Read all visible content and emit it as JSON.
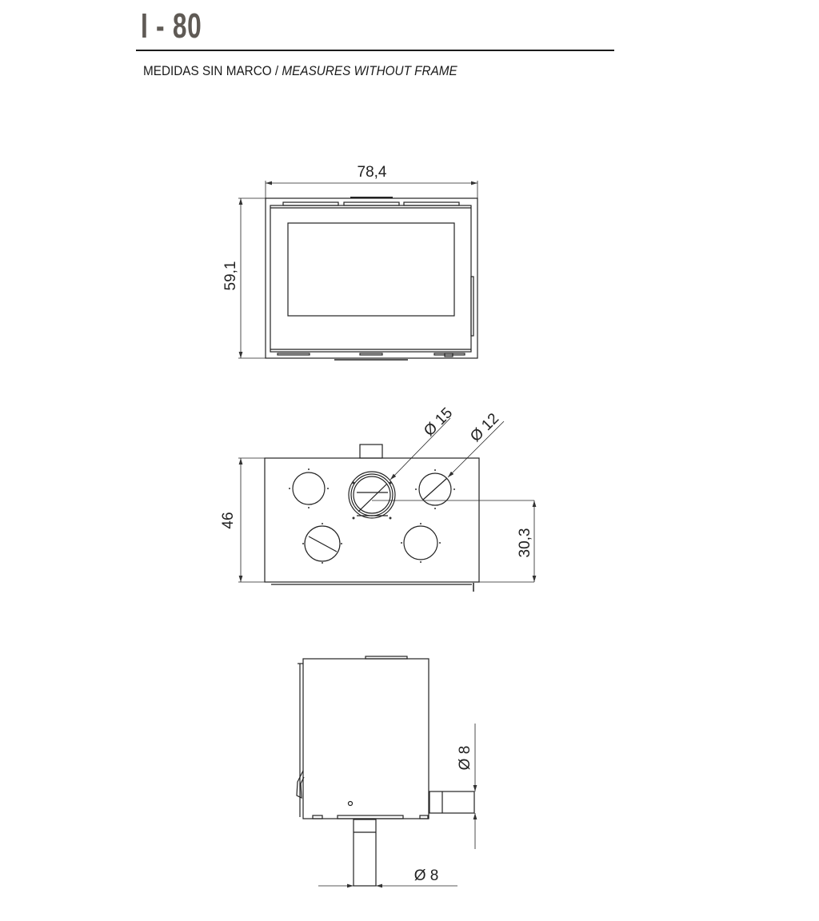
{
  "header": {
    "model": "I - 80",
    "subtitle_es": "MEDIDAS SIN MARCO",
    "separator": " / ",
    "subtitle_en": "MEASURES WITHOUT FRAME"
  },
  "front_view": {
    "width_label": "78,4",
    "height_label": "59,1"
  },
  "rear_view": {
    "height_label": "46",
    "outlet_height_label": "30,3",
    "flue_diameter_label": "Ø 15",
    "air_diameter_label": "Ø 12"
  },
  "side_view": {
    "rear_tube_label": "Ø 8",
    "bottom_tube_label": "Ø 8"
  }
}
